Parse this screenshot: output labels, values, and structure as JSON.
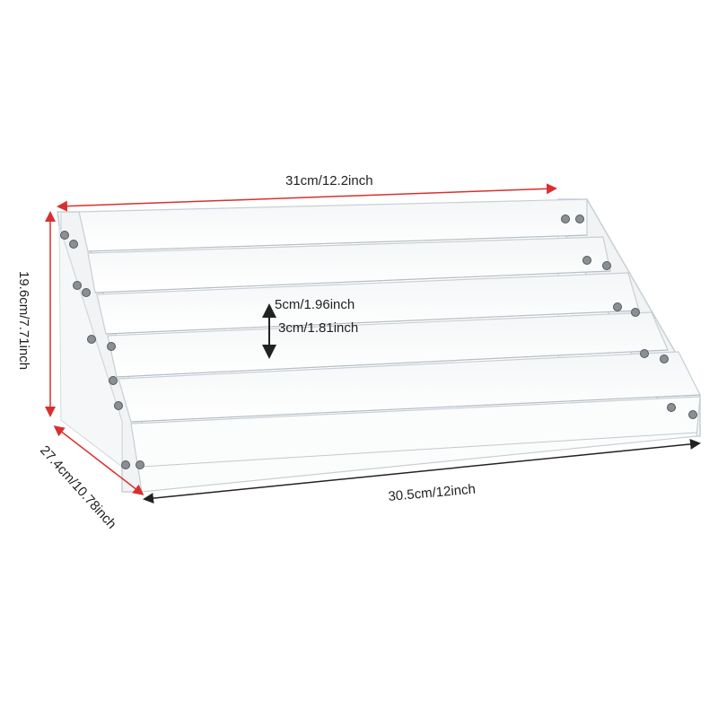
{
  "colors": {
    "background": "#ffffff",
    "dimension_arrow_red": "#d9302f",
    "dimension_arrow_dark": "#222222",
    "acrylic_edge": "#c8cfd4",
    "screw_metal": "#8a8f94"
  },
  "dimensions": {
    "top_width": "31cm/12.2inch",
    "height": "19.6cm/7.71inch",
    "depth": "27.4cm/10.78inch",
    "bottom_width": "30.5cm/12inch",
    "step_height": "5cm/1.96inch",
    "step_lip": "3cm/1.81inch"
  },
  "product": {
    "type": "acrylic-tiered-display-stand",
    "tiers": 5
  }
}
